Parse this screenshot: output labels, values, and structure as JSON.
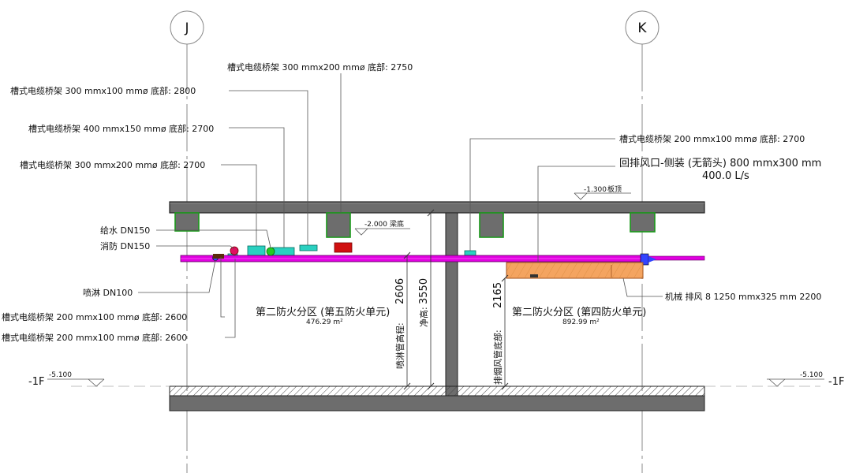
{
  "gridlines": {
    "j": "J",
    "k": "K"
  },
  "levels": {
    "left_level": "-1F",
    "right_level": "-1F",
    "left_elev": "-5.100",
    "right_elev": "-5.100",
    "slab_elev": "-1.300",
    "slab_label": "板顶",
    "beam_elev": "-2.000",
    "beam_label": "梁底"
  },
  "tags": {
    "tray_300x100": "槽式电缆桥架 300 mmx100 mmø 底部: 2800",
    "tray_400x150": "槽式电缆桥架 400 mmx150 mmø 底部: 2700",
    "tray_300x200_left": "槽式电缆桥架 300 mmx200 mmø 底部: 2700",
    "tray_300x200_top": "槽式电缆桥架 300 mmx200 mmø 底部: 2750",
    "water": "给水 DN150",
    "fire": "消防 DN150",
    "sprinkler": "喷淋 DN100",
    "tray_200_a": "槽式电缆桥架 200 mmx100 mmø 底部: 2600",
    "tray_200_b": "槽式电缆桥架 200 mmx100 mmø 底部: 2600",
    "tray_200_right": "槽式电缆桥架 200 mmx100 mmø 底部: 2700",
    "exhaust_outlet": "回排风口-侧装 (无箭头)  800 mmx300 mm",
    "exhaust_flow": "400.0 L/s",
    "mech_duct": "机械 排风 8 1250 mmx325 mm 2200"
  },
  "zones": {
    "left_name": "第二防火分区 (第五防火单元)",
    "left_area": "476.29 m²",
    "right_name": "第二防火分区 (第四防火单元)",
    "right_area": "892.99 m²"
  },
  "dimensions": {
    "sprinkler_height": "2606",
    "sprinkler_label": "喷淋管高程:",
    "clear_height": "3550",
    "clear_label": "净高:",
    "duct_bottom": "2165",
    "duct_label": "排烟风管底部:"
  },
  "colors": {
    "pipe": "#e000e0",
    "duct": "#f4a460",
    "tray": "#2ad0c0",
    "column": "#22aa22",
    "slab": "#6d6d6d"
  }
}
